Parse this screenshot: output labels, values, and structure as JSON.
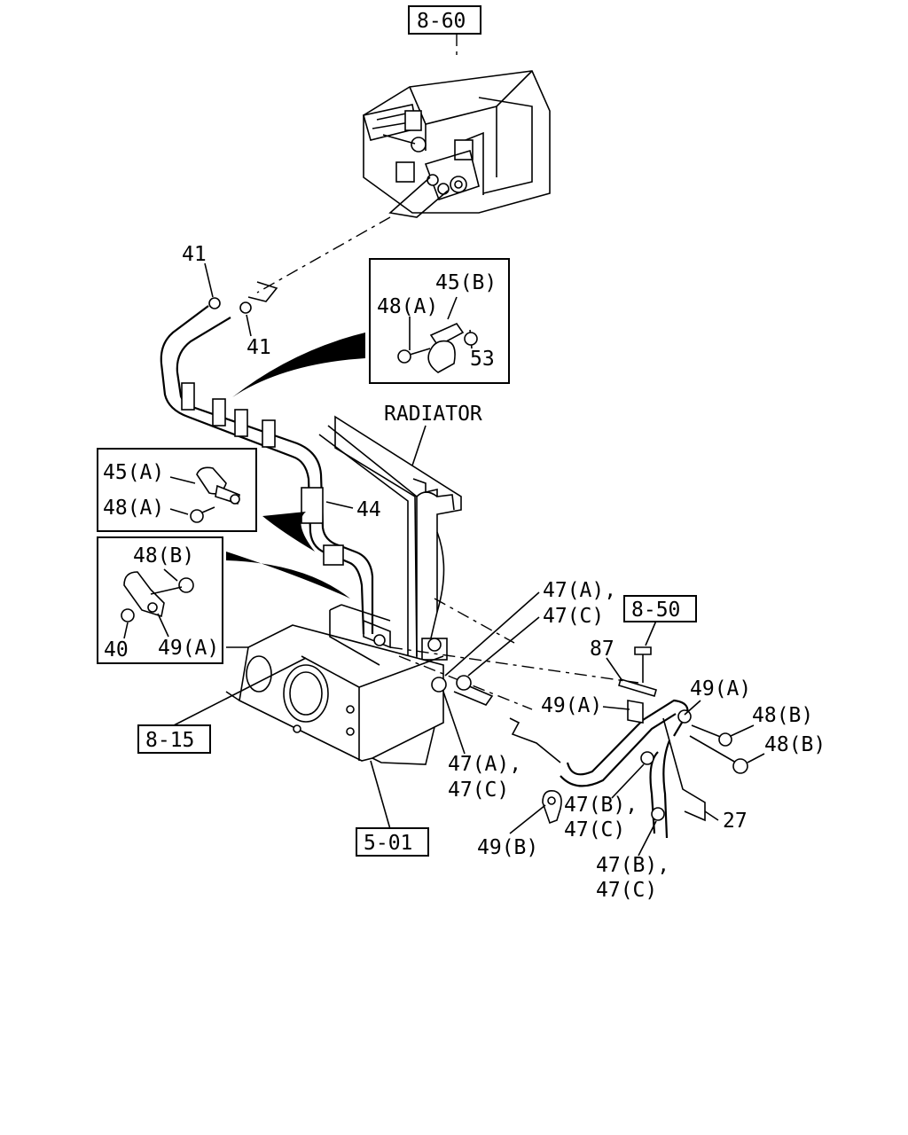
{
  "references": {
    "ref_8_60": "8-60",
    "ref_8_50": "8-50",
    "ref_8_15": "8-15",
    "ref_5_01": "5-01"
  },
  "component_labels": {
    "radiator": "RADIATOR"
  },
  "callouts": {
    "c41_top": "41",
    "c41_low": "41",
    "c44": "44",
    "c87": "87",
    "c27": "27",
    "c47a_47c_top_a": "47(A),",
    "c47a_47c_top_c": "47(C)",
    "c47a_47c_bot_a": "47(A),",
    "c47a_47c_bot_c": "47(C)",
    "c47b_47c_mid_b": "47(B),",
    "c47b_47c_mid_c": "47(C)",
    "c47b_47c_low_b": "47(B),",
    "c47b_47c_low_c": "47(C)",
    "c49a_left": "49(A)",
    "c49a_right": "49(A)",
    "c48b_1": "48(B)",
    "c48b_2": "48(B)",
    "c49b": "49(B)"
  },
  "detail_box_1": {
    "c45b": "45(B)",
    "c48a": "48(A)",
    "c53": "53"
  },
  "detail_box_2": {
    "c45a": "45(A)",
    "c48a": "48(A)"
  },
  "detail_box_3": {
    "c48b": "48(B)",
    "c40": "40",
    "c49a": "49(A)"
  }
}
